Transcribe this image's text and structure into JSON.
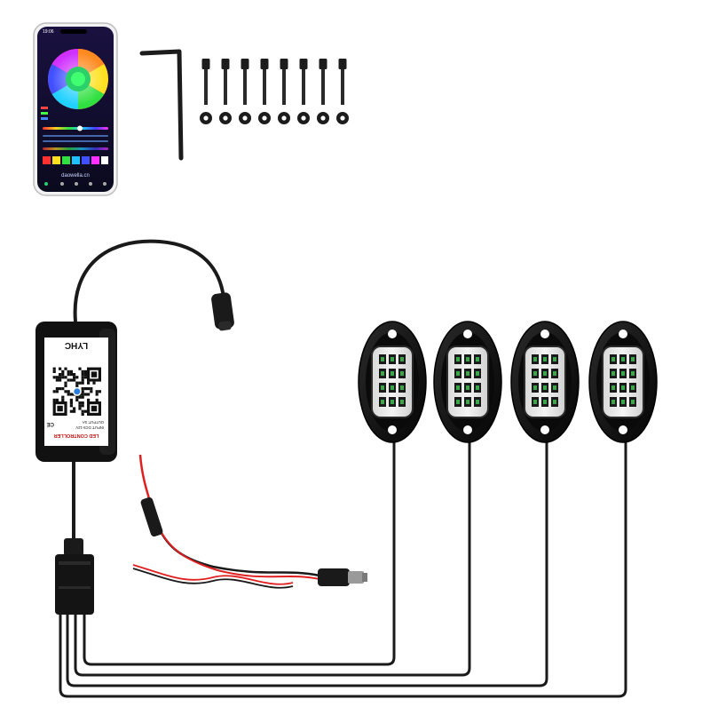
{
  "phone": {
    "status_time": "19:06",
    "domain": "daowella.cn"
  },
  "controller": {
    "label_title": "LED CONTROLLER",
    "label_input": "INPUT: DC5-12V",
    "label_output": "OUTPUT: 5A",
    "label_ce": "CE",
    "brand": "LYHC"
  },
  "kit": {
    "screw_count": 8,
    "pod_count": 4
  },
  "colors": {
    "cable": "#1a1a1a",
    "housing": "#0d0d0d",
    "wire_red": "#e02020",
    "led_tint": "#3aa84a",
    "background": "#ffffff"
  }
}
